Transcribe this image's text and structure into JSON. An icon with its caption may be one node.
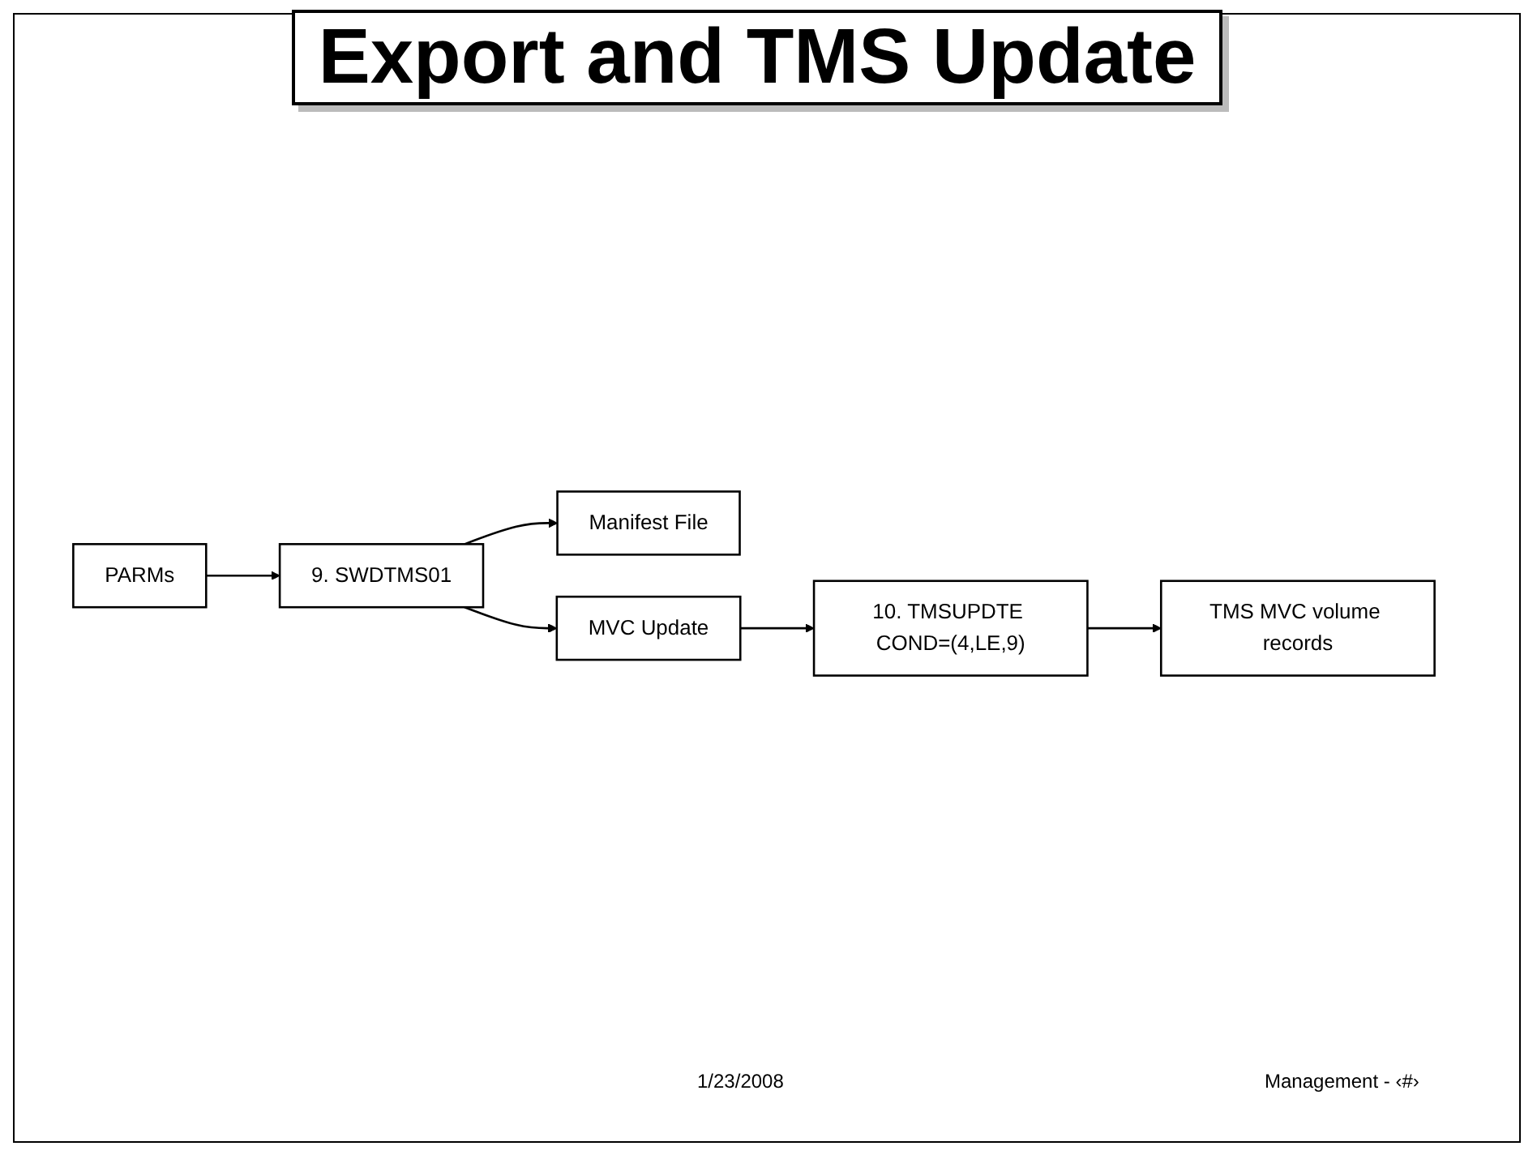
{
  "diagram": {
    "title": "Export and TMS Update",
    "nodes": [
      {
        "text": [
          "PARMs"
        ]
      },
      {
        "text": [
          "9. SWDTMS01"
        ]
      },
      {
        "text": [
          "Manifest File"
        ]
      },
      {
        "text": [
          "10. TMSUPDTE COND=(4,LE,9)"
        ]
      },
      {
        "text": [
          "MVC Update"
        ]
      },
      {
        "text": [
          "TMS MVC volume records"
        ]
      }
    ],
    "edges": [
      {
        "from": 0,
        "to": 1,
        "arrow": "to"
      },
      {
        "from": 1,
        "to": 2,
        "arrow": "to"
      },
      {
        "from": 1,
        "to": 4,
        "arrow": "to"
      },
      {
        "from": 4,
        "to": 3,
        "arrow": "to"
      },
      {
        "from": 3,
        "to": 5,
        "arrow": "to"
      }
    ],
    "labels": [
      "1/23/2008",
      "Management - ‹#›"
    ]
  }
}
